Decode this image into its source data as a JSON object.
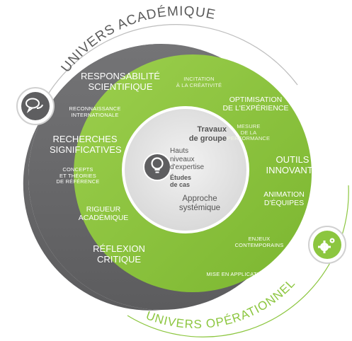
{
  "colors": {
    "gray_ring": "#6b6b6d",
    "green_ring": "#8cc63f",
    "inner_disc": "#e6e6e6",
    "arc_text": "#5a5a5a",
    "arc_text_green": "#8cc63f"
  },
  "outer_labels": {
    "academic": "UNIVERS ACADÉMIQUE",
    "operational": "UNIVERS OPÉRATIONNEL"
  },
  "icons": {
    "academic": "speech-bubbles-icon",
    "operational": "gears-icon",
    "center": "lightbulb-icon"
  },
  "gray_labels": [
    "RESPONSABILITÉ\nSCIENTIFIQUE",
    "RECONNAISSANCE\nINTERNATIONALE",
    "RECHERCHES\nSIGNIFICATIVES",
    "CONCEPTS\nET THÉORIES\nDE RÉFÉRENCE",
    "RIGUEUR\nACADÉMIQUE",
    "RÉFLEXION\nCRITIQUE"
  ],
  "green_labels": [
    "INCITATION\nÀ LA CRÉATIVITÉ",
    "OPTIMISATION\nDE L'EXPÉRIENCE",
    "MESURE\nDE LA\nPERFORMANCE",
    "OUTILS\nINNOVANTS",
    "ANIMATION\nD'ÉQUIPES",
    "ENJEUX\nCONTEMPORAINS",
    "MISE EN APPLICATION"
  ],
  "center_labels": [
    "Travaux\nde groupe",
    "Hauts\nniveaux\nd'expertise",
    "Études\nde cas",
    "Approche\nsystémique"
  ]
}
